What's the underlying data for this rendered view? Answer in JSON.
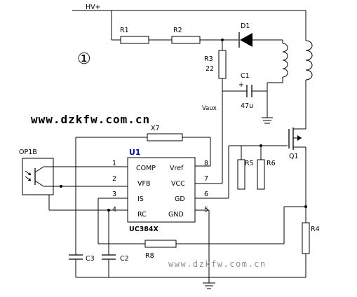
{
  "title_marker": "①",
  "hv_label": "HV+",
  "watermark_top": "www.dzkfw.com.cn",
  "watermark_bottom": "www.dzkfw.com.cn",
  "vaux_label": "Vaux",
  "chip": {
    "ref": "U1",
    "part": "UC384X",
    "pins_left": [
      {
        "num": "1",
        "name": "COMP"
      },
      {
        "num": "2",
        "name": "VFB"
      },
      {
        "num": "3",
        "name": "IS"
      },
      {
        "num": "4",
        "name": "RC"
      }
    ],
    "pins_right": [
      {
        "num": "8",
        "name": "Vref"
      },
      {
        "num": "7",
        "name": "VCC"
      },
      {
        "num": "6",
        "name": "GD"
      },
      {
        "num": "5",
        "name": "GND"
      }
    ]
  },
  "components": {
    "r1": "R1",
    "r2": "R2",
    "r3": "R3",
    "r3_value": "22",
    "d1": "D1",
    "c1": "C1",
    "c1_value": "47u",
    "c1_polarity": "+",
    "x7": "X7",
    "op1b": "OP1B",
    "r5": "R5",
    "r6": "R6",
    "q1": "Q1",
    "r4": "R4",
    "r8": "R8",
    "c3": "C3",
    "c2": "C2"
  }
}
